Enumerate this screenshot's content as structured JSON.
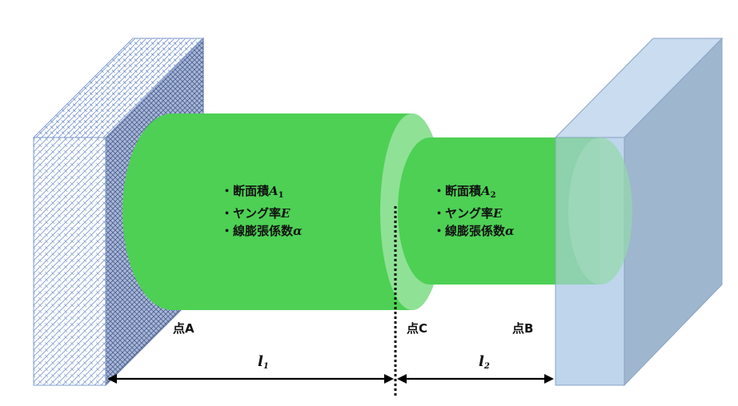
{
  "left_section": {
    "area_label": "・断面積",
    "area_symbol": "A",
    "area_subscript": "1",
    "modulus_label": "・ヤング率",
    "modulus_symbol": "E",
    "expansion_label": "・線膨張係数",
    "expansion_symbol": "α"
  },
  "right_section": {
    "area_label": "・断面積",
    "area_symbol": "A",
    "area_subscript": "2",
    "modulus_label": "・ヤング率",
    "modulus_symbol": "E",
    "expansion_label": "・線膨張係数",
    "expansion_symbol": "α"
  },
  "points": {
    "a": "点A",
    "b": "点B",
    "c": "点C"
  },
  "dimensions": {
    "l1_symbol": "l",
    "l1_subscript": "1",
    "l2_symbol": "l",
    "l2_subscript": "2"
  },
  "colors": {
    "cylinder_green": "#4dd054",
    "cylinder_rim": "#8fe196",
    "right_wall_front": "#b9d1ea",
    "right_wall_side": "#9fb6cf",
    "right_wall_top": "#c9dcf0",
    "left_wall_pattern": "#6f8fc9"
  }
}
